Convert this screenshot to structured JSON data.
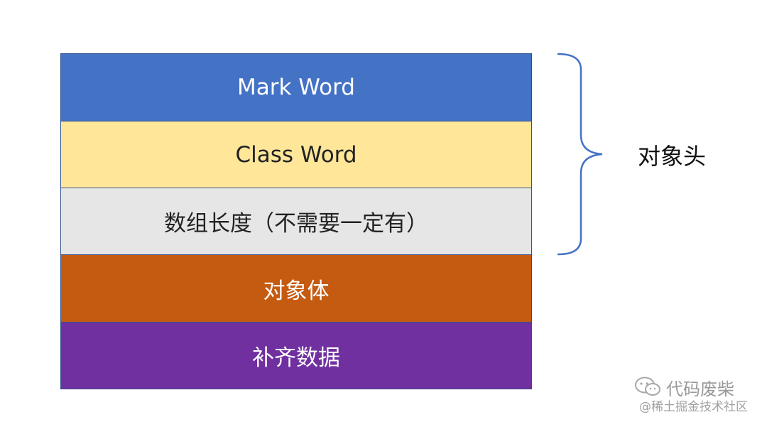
{
  "blocks": [
    {
      "label": "Mark Word",
      "bg": "#4472c4",
      "fg": "#ffffff"
    },
    {
      "label": "Class Word",
      "bg": "#ffe699",
      "fg": "#222222"
    },
    {
      "label": "数组长度（不需要一定有）",
      "bg": "#e7e6e6",
      "fg": "#222222"
    },
    {
      "label": "对象体",
      "bg": "#c55a11",
      "fg": "#ffffff"
    },
    {
      "label": "补齐数据",
      "bg": "#7030a0",
      "fg": "#ffffff"
    }
  ],
  "brace": {
    "label": "对象头",
    "color": "#4472c4"
  },
  "watermark": {
    "title": "代码废柴",
    "subtitle": "@稀土掘金技术社区",
    "icon": "wechat-icon"
  }
}
